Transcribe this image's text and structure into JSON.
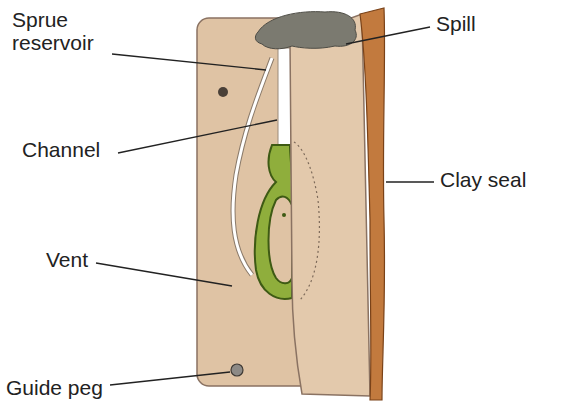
{
  "diagram": {
    "labels": [
      "Sprue reservoir",
      "Spill",
      "Channel",
      "Clay seal",
      "Vent",
      "Guide peg"
    ]
  }
}
